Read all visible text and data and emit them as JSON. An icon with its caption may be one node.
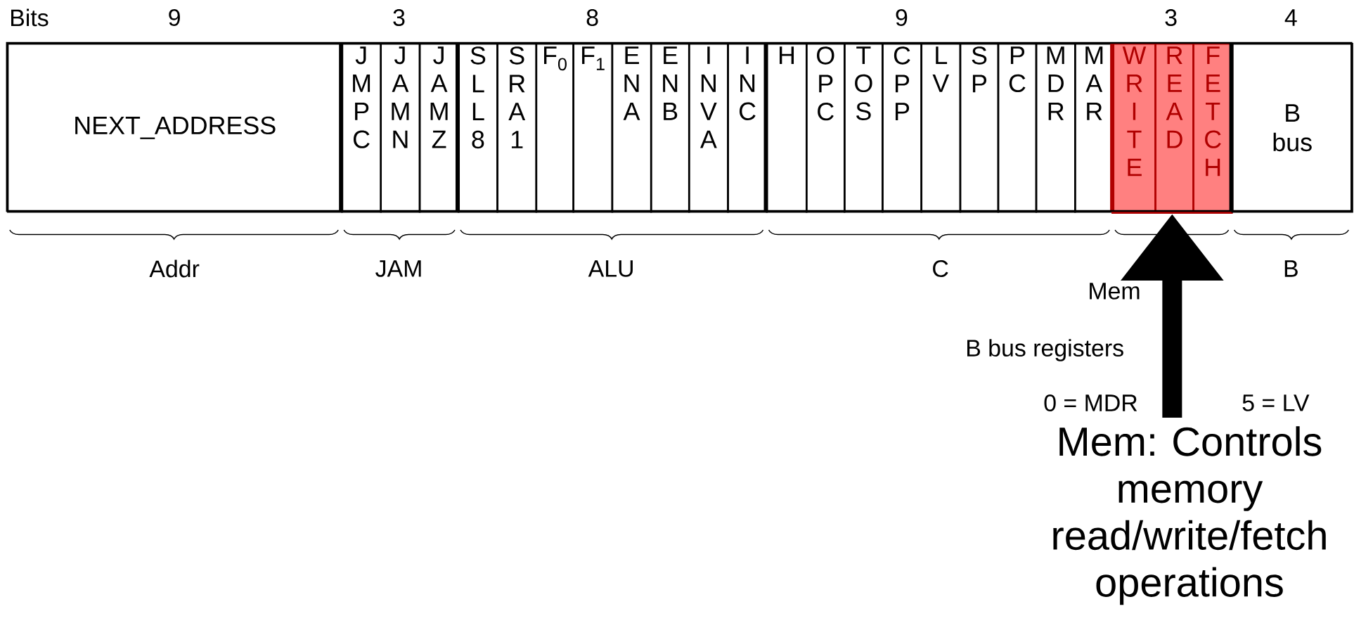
{
  "diagram": {
    "nodes": [
      {
        "text": [
          "NEXT_ADDRESS"
        ]
      },
      {
        "text": [
          "JMPC"
        ]
      },
      {
        "text": [
          "JAMN"
        ]
      },
      {
        "text": [
          "JAMZ"
        ]
      },
      {
        "text": [
          "SLL8"
        ]
      },
      {
        "text": [
          "SRA1"
        ]
      },
      {
        "text": [
          "F$_{0}$"
        ]
      },
      {
        "text": [
          "F$_{1}$"
        ]
      },
      {
        "text": [
          "ENA"
        ]
      },
      {
        "text": [
          "ENB"
        ]
      },
      {
        "text": [
          "INVA"
        ]
      },
      {
        "text": [
          "INC"
        ]
      },
      {
        "text": [
          "H"
        ]
      },
      {
        "text": [
          "OPC"
        ]
      },
      {
        "text": [
          "TOS"
        ]
      },
      {
        "text": [
          "CPP"
        ]
      },
      {
        "text": [
          "LV"
        ]
      },
      {
        "text": [
          "SP"
        ]
      },
      {
        "text": [
          "PC"
        ]
      },
      {
        "text": [
          "MDR"
        ]
      },
      {
        "text": [
          "MAR"
        ]
      },
      {
        "text": [],
        "shape": "box"
      },
      {
        "text": [
          "WRITE"
        ],
        "in": 21
      },
      {
        "text": [
          "READ"
        ],
        "in": 21
      },
      {
        "text": [
          "FETCH"
        ],
        "in": 21
      },
      {
        "text": [
          "B bus"
        ]
      },
      {
        "text": [
          "Mem: Controls memory read/write/fetch operations"
        ]
      }
    ],
    "edges": [
      {
        "from": 26,
        "to": 21,
        "arrow": "to"
      }
    ],
    "labels": [
      "Bits",
      "9",
      "3",
      "8",
      "9",
      "3",
      "4",
      "Addr",
      "JAM",
      "ALU",
      "C",
      "Mem",
      "B",
      "B bus registers",
      "0 = MDR",
      "5 = LV"
    ]
  }
}
